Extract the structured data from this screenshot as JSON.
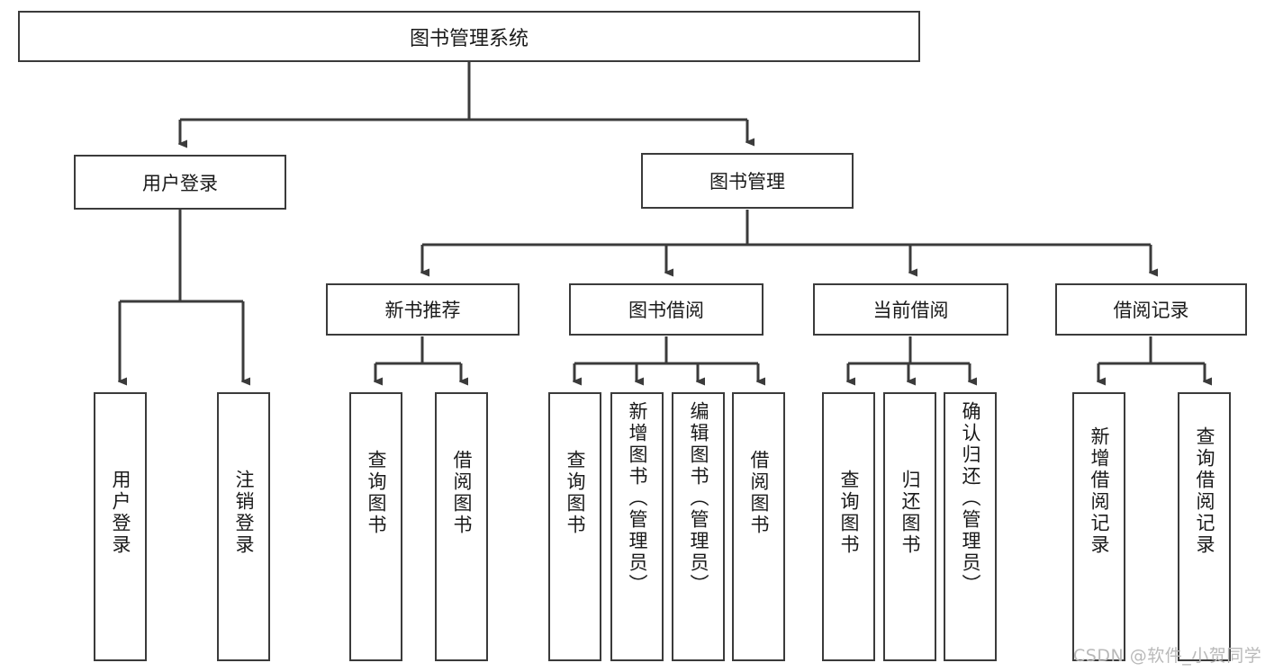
{
  "diagram": {
    "type": "hierarchy-tree",
    "background_color": "#ffffff",
    "line_color": "#3b3b3b",
    "text_color": "#1a1a1a",
    "root": {
      "label": "图书管理系统"
    },
    "level2": [
      {
        "label": "用户登录"
      },
      {
        "label": "图书管理"
      }
    ],
    "level3": [
      {
        "label": "新书推荐"
      },
      {
        "label": "图书借阅"
      },
      {
        "label": "当前借阅"
      },
      {
        "label": "借阅记录"
      }
    ],
    "leaves": {
      "user_login": [
        {
          "label": "用户登录"
        },
        {
          "label": "注销登录"
        }
      ],
      "new_book_recommend": [
        {
          "label": "查询图书"
        },
        {
          "label": "借阅图书"
        }
      ],
      "book_borrow": [
        {
          "label": "查询图书"
        },
        {
          "label": "新增图书（管理员）"
        },
        {
          "label": "编辑图书（管理员）"
        },
        {
          "label": "借阅图书"
        }
      ],
      "current_borrow": [
        {
          "label": "查询图书"
        },
        {
          "label": "归还图书"
        },
        {
          "label": "确认归还（管理员）"
        }
      ],
      "borrow_record": [
        {
          "label": "新增借阅记录"
        },
        {
          "label": "查询借阅记录"
        }
      ]
    }
  },
  "watermark": {
    "text": "CSDN @软件_小贺同学"
  }
}
